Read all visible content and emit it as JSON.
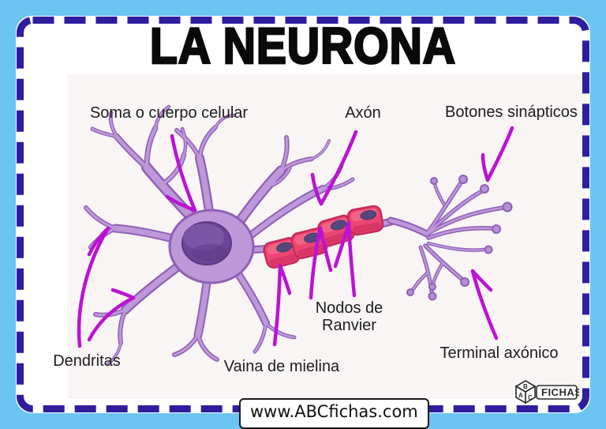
{
  "title": "LA NEURONA",
  "labels": {
    "soma": "Soma o cuerpo celular",
    "axon": "Axón",
    "botones_sinapticos": "Botones sinápticos",
    "dendritas": "Dendritas",
    "vaina_de_mielina": "Vaina de mielina",
    "nodos_de_ranvier": "Nodos de Ranvier",
    "terminal_axonico": "Terminal axónico"
  },
  "footer": {
    "website": "www.ABCfichas.com",
    "logo": {
      "cube_top": "B",
      "cube_left": "A",
      "cube_right": "C",
      "brand": "FICHAS"
    }
  },
  "colors": {
    "frame_blue": "#6CC4F1",
    "dash_navy": "#2E1E9E",
    "arrow_magenta": "#BC12D4",
    "soma_purple": "#BE98D9",
    "soma_outline": "#8F60B6",
    "nucleus_purple": "#6A4596",
    "myelin_pink": "#EB4672",
    "myelin_outline": "#C52A5B",
    "text_black": "#1D1D1D"
  }
}
